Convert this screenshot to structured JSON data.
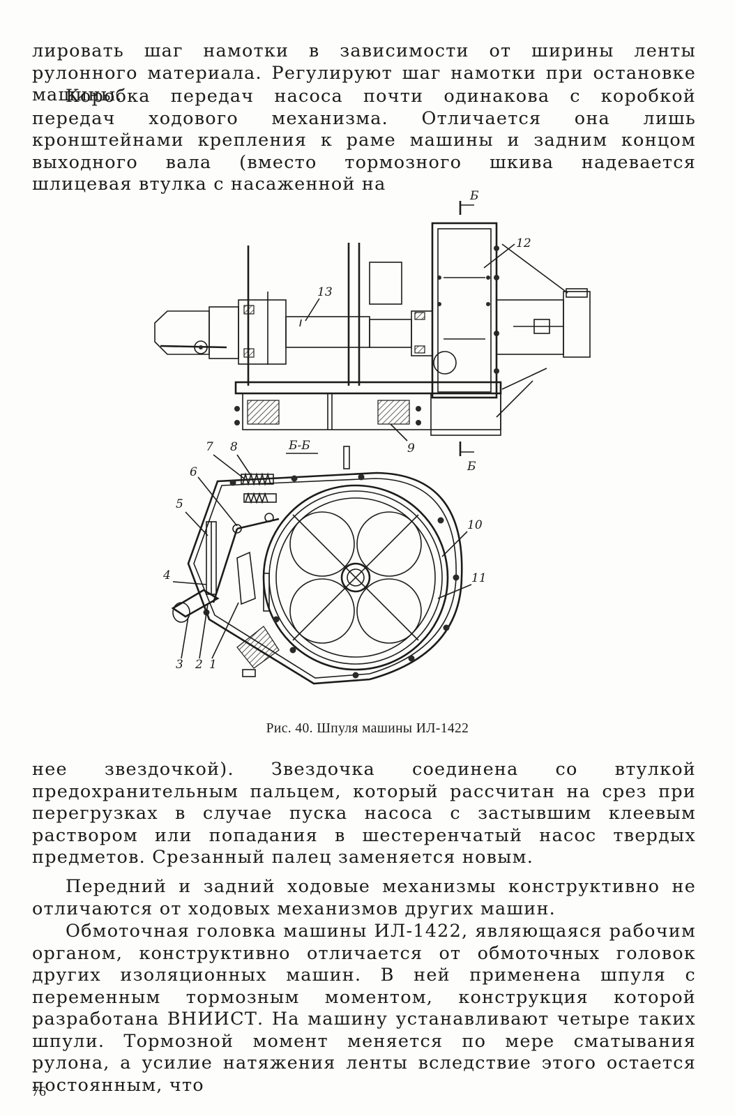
{
  "paragraphs": {
    "p1": "лировать шаг намотки в зависимости от ширины ленты рулонного материала. Регулируют шаг намотки при остановке машины.",
    "p2": "Коробка передач насоса почти одинакова с коробкой передач ходового механизма. Отличается она лишь кронштейнами крепления к раме машины и задним концом выходного вала (вместо тормозного шкива надевается шлицевая втулка с насаженной на",
    "p3": "нее звездочкой). Звездочка соединена со втулкой предохранительным пальцем, который рассчитан на срез при перегрузках в случае пуска насоса с застывшим клеевым раствором или попадания в шестеренчатый насос твердых предметов. Срезанный палец заменяется новым.",
    "p4": "Передний и задний ходовые механизмы конструктивно не отличаются от ходовых механизмов других машин.",
    "p5": "Обмоточная головка машины ИЛ-1422, являющаяся рабочим органом, конструктивно отличается от обмоточных головок других изоляционных машин. В ней применена шпуля с переменным тормозным моментом, конструкция которой разработана ВНИИСТ. На машину устанавливают четыре таких шпули. Тормозной момент меняется по мере сматывания рулона, а усилие натяжения ленты вследствие этого остается постоянным, что"
  },
  "figure": {
    "caption": "Рис. 40. Шпуля машины ИЛ-1422",
    "section_label": "Б-Б",
    "cut_mark": "Б",
    "labels": [
      "1",
      "2",
      "3",
      "4",
      "5",
      "6",
      "7",
      "8",
      "9",
      "10",
      "11",
      "12",
      "13"
    ]
  },
  "page_number": "76"
}
